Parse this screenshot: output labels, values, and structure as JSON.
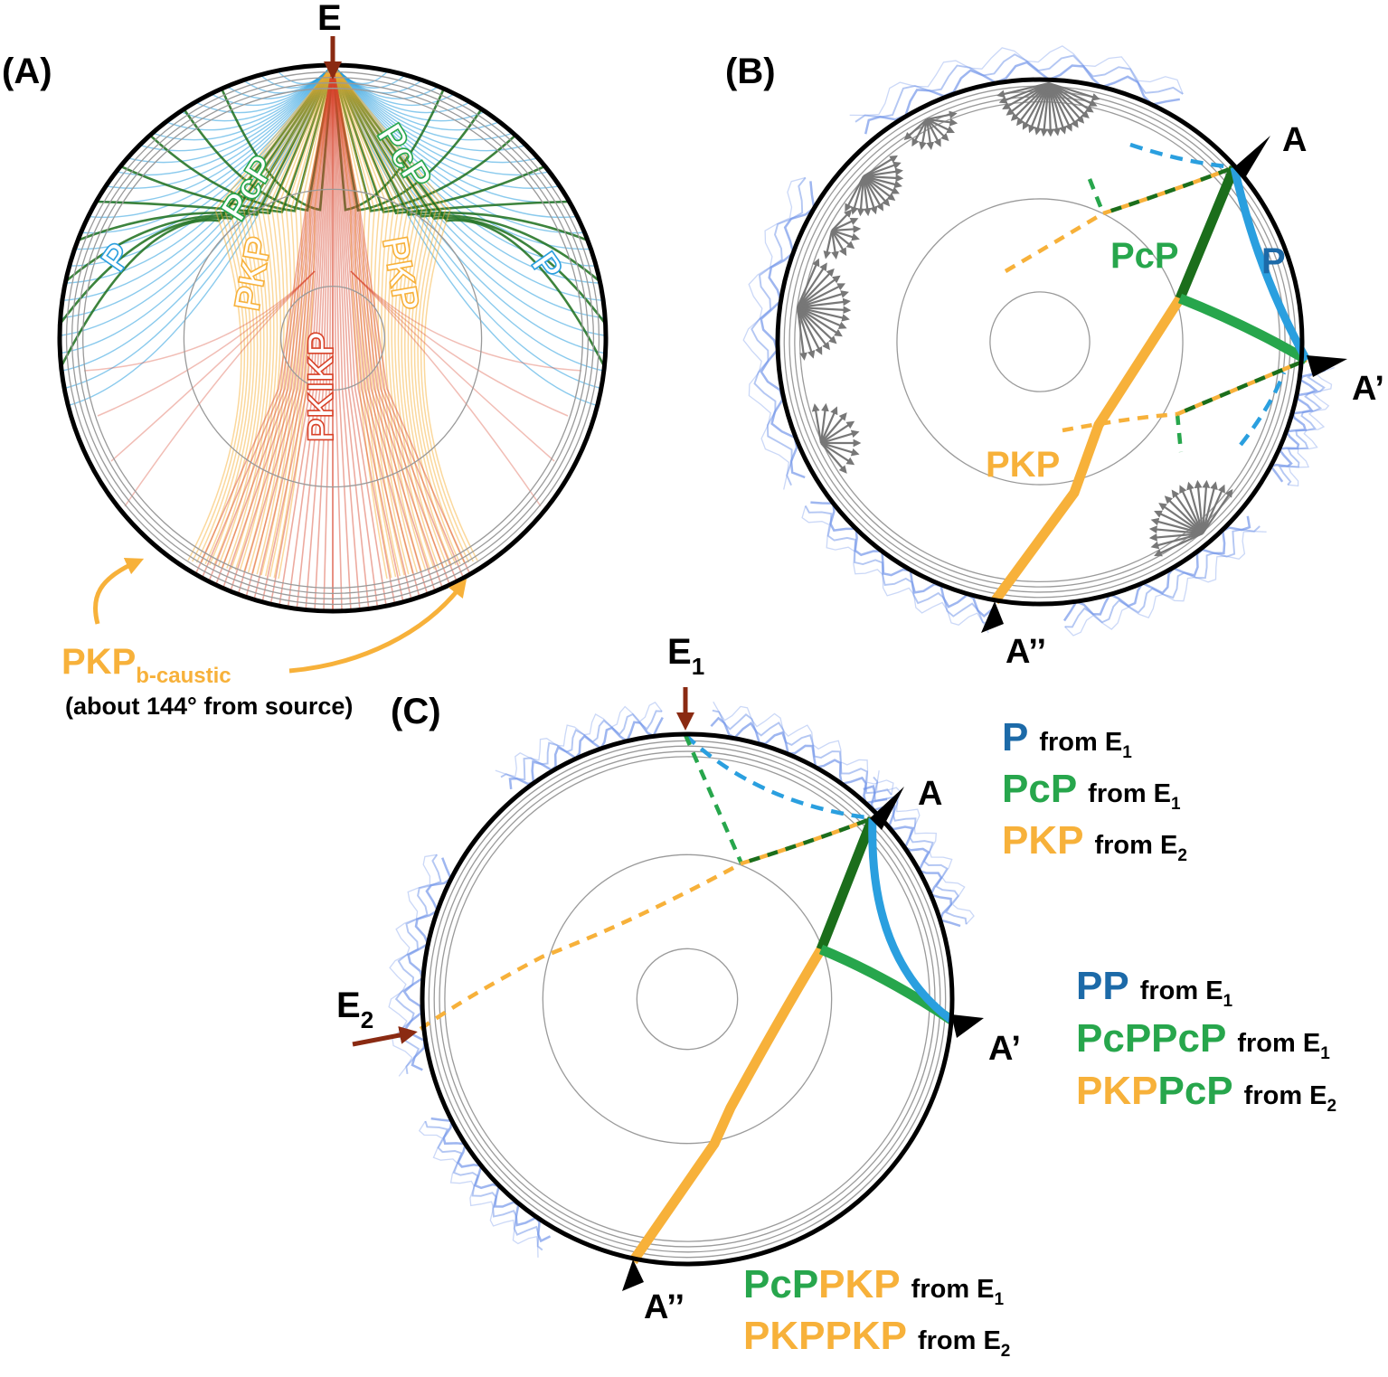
{
  "colors": {
    "p": "#2a9fdf",
    "p_dark": "#1c6aa8",
    "pcp": "#27a64c",
    "pcp_dark": "#1b6e1b",
    "pkp": "#f7b13a",
    "pkikp": "#d8432a",
    "source": "#8a2a12",
    "heterogeneity": "#6a8fe8"
  },
  "panels": {
    "a": {
      "label": "(A)",
      "source_label": "E",
      "rays": {
        "p_left": "P",
        "p_right": "P",
        "pcp_left": "PcP",
        "pcp_right": "PcP",
        "pkp_left": "PKP",
        "pkp_right": "PKP",
        "pkikp": "PKIKP"
      },
      "caustic": {
        "main": "PKP",
        "subscript": "b-caustic",
        "note": "(about 144° from source)"
      }
    },
    "b": {
      "label": "(B)",
      "stations": {
        "a": "A",
        "a_prime": "A’",
        "a_dprime": "A’’"
      },
      "rays": {
        "p": "P",
        "pcp": "PcP",
        "pkp": "PKP"
      }
    },
    "c": {
      "label": "(C)",
      "sources": {
        "e1": {
          "main": "E",
          "sub": "1"
        },
        "e2": {
          "main": "E",
          "sub": "2"
        }
      },
      "stations": {
        "a": "A",
        "a_prime": "A’",
        "a_dprime": "A’’"
      },
      "legend_a": [
        {
          "parts": [
            {
              "text": "P",
              "color": "p_dark"
            }
          ],
          "from": "from E",
          "sub": "1"
        },
        {
          "parts": [
            {
              "text": "PcP",
              "color": "pcp"
            }
          ],
          "from": "from E",
          "sub": "1"
        },
        {
          "parts": [
            {
              "text": "PKP",
              "color": "pkp"
            }
          ],
          "from": "from E",
          "sub": "2"
        }
      ],
      "legend_aprime": [
        {
          "parts": [
            {
              "text": "PP",
              "color": "p_dark"
            }
          ],
          "from": "from E",
          "sub": "1"
        },
        {
          "parts": [
            {
              "text": "PcPPcP",
              "color": "pcp"
            }
          ],
          "from": "from E",
          "sub": "1"
        },
        {
          "parts": [
            {
              "text": "PKP",
              "color": "pkp"
            },
            {
              "text": "PcP",
              "color": "pcp"
            }
          ],
          "from": "from E",
          "sub": "2"
        }
      ],
      "legend_adprime": [
        {
          "parts": [
            {
              "text": "PcP",
              "color": "pcp"
            },
            {
              "text": "PKP",
              "color": "pkp"
            }
          ],
          "from": "from E",
          "sub": "1"
        },
        {
          "parts": [
            {
              "text": "PKPPKP",
              "color": "pkp"
            }
          ],
          "from": "from E",
          "sub": "2"
        }
      ]
    }
  }
}
